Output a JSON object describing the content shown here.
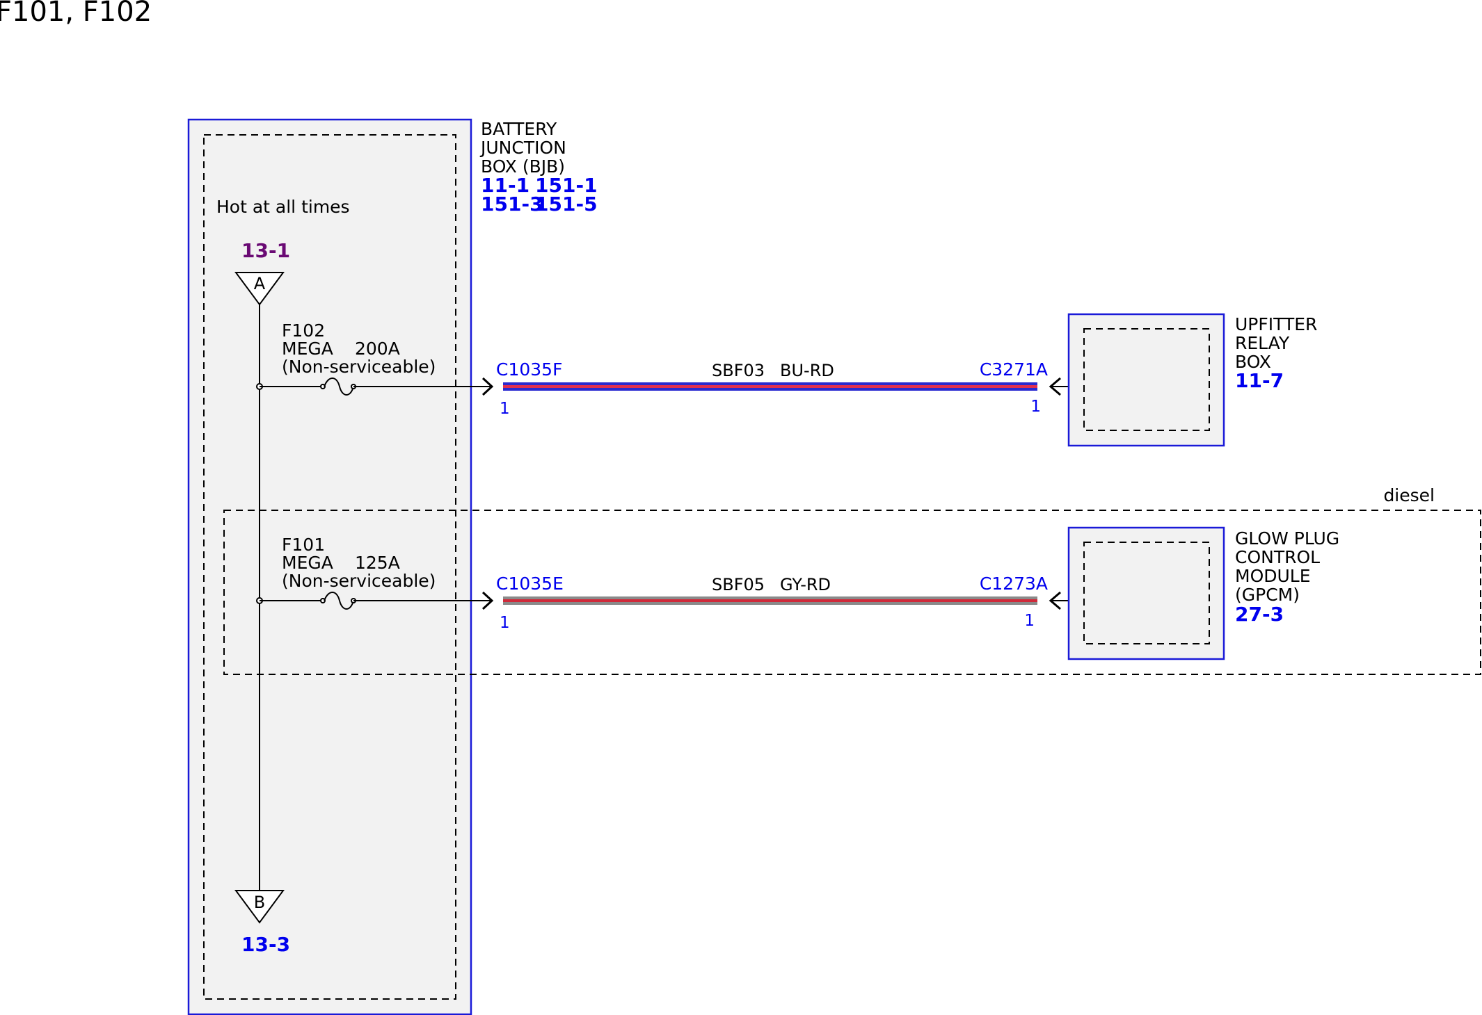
{
  "title": "F101, F102",
  "colors": {
    "component_border": "#1a1ad8",
    "component_fill": "#f2f2f2",
    "link_blue": "#0000ee",
    "link_purple": "#6a0a74",
    "wire_bu_rd_base": "#2a2ad0",
    "wire_bu_rd_stripe": "#e03050",
    "wire_gy_rd_base": "#8a8a8a",
    "wire_gy_rd_stripe": "#d02a3a"
  },
  "bjb": {
    "name_lines": [
      "BATTERY",
      "JUNCTION",
      "BOX (BJB)"
    ],
    "refs": [
      "11-1",
      "151-1",
      "151-3",
      "151-5"
    ],
    "hot_label": "Hot at all times"
  },
  "bus": {
    "top_ref": "13-1",
    "top_node": "A",
    "bottom_node": "B",
    "bottom_ref": "13-3"
  },
  "circuits": [
    {
      "fuse_name": "F102",
      "fuse_type": "MEGA",
      "fuse_rating": "200A",
      "fuse_note": "(Non-serviceable)",
      "connector_left": "C1035F",
      "pin_left": "1",
      "wire_circuit": "SBF03",
      "wire_color": "BU-RD",
      "connector_right": "C3271A",
      "pin_right": "1",
      "device_lines": [
        "UPFITTER",
        "RELAY",
        "BOX"
      ],
      "device_ref": "11-7"
    },
    {
      "fuse_name": "F101",
      "fuse_type": "MEGA",
      "fuse_rating": "125A",
      "fuse_note": "(Non-serviceable)",
      "connector_left": "C1035E",
      "pin_left": "1",
      "wire_circuit": "SBF05",
      "wire_color": "GY-RD",
      "connector_right": "C1273A",
      "pin_right": "1",
      "device_lines": [
        "GLOW PLUG",
        "CONTROL",
        "MODULE",
        "(GPCM)"
      ],
      "device_ref": "27-3"
    }
  ],
  "option_label": "diesel"
}
